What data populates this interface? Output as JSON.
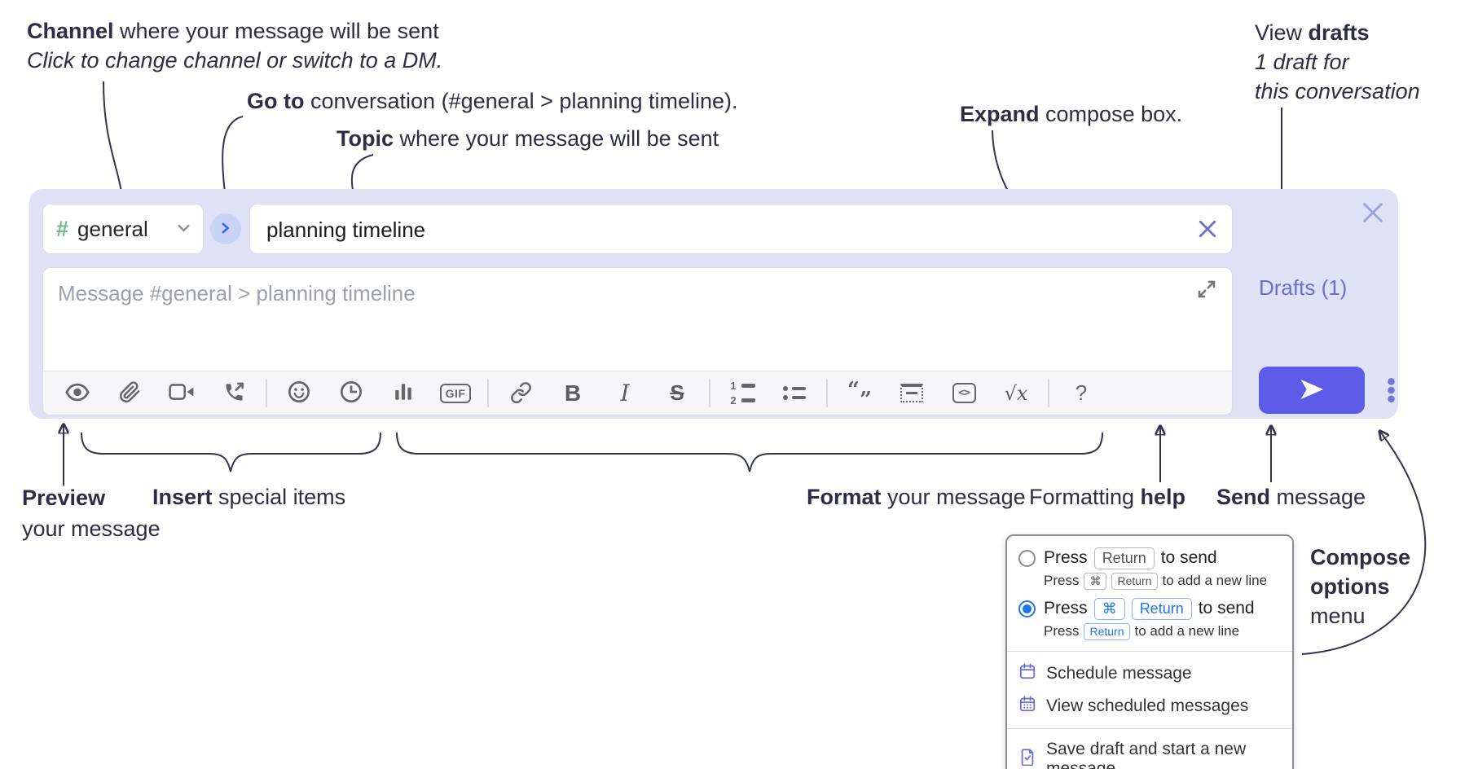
{
  "colors": {
    "container_bg": "#dfe2f4",
    "send_button": "#5c5ce8",
    "drafts_link": "#6b6fc7",
    "channel_hash_green": "#6dbd85",
    "kbd_blue": "#1f78e8",
    "toolbar_icon_gray": "#666666",
    "annotation_ink": "#2d2e44",
    "goto_chevron_blue": "#3f66e8"
  },
  "annotations": {
    "channel": {
      "bold": "Channel",
      "rest": " where your message will be sent",
      "line2": "Click to change channel or switch to a DM."
    },
    "goto": {
      "bold": "Go to",
      "rest": " conversation (#general > planning timeline)."
    },
    "topic": {
      "bold": "Topic",
      "rest": " where your message will be sent"
    },
    "expand": {
      "bold": "Expand",
      "rest": " compose box."
    },
    "drafts": {
      "line1_pre": "View ",
      "line1_bold": "drafts",
      "line2": "1 draft for",
      "line3": "this conversation"
    },
    "preview": {
      "bold": "Preview",
      "line2": "your message"
    },
    "insert": {
      "bold": "Insert",
      "rest": " special items"
    },
    "format": {
      "bold": "Format",
      "rest": " your message"
    },
    "help": {
      "pre": "Formatting ",
      "bold": "help"
    },
    "send": {
      "bold": "Send",
      "rest": " message"
    },
    "compose_options": {
      "line1": "Compose",
      "line2": "options",
      "line3": "menu"
    }
  },
  "compose": {
    "channel_selector": {
      "hash": "#",
      "label": "general"
    },
    "topic_input": {
      "value": "planning timeline"
    },
    "message_input": {
      "placeholder": "Message #general > planning timeline"
    },
    "drafts_link": "Drafts (1)",
    "toolbar": {
      "gif_label": "GIF",
      "bold_label": "B",
      "italic_label": "I",
      "strike_label": "S",
      "ol_1": "1",
      "ol_2": "2",
      "quote_open": "“",
      "quote_close": "”",
      "code_label": "<>",
      "math_label": "√x",
      "help_label": "?",
      "icons": [
        "eye",
        "paperclip",
        "video-camera",
        "phone",
        "smiley",
        "clock",
        "bar-chart",
        "gif",
        "link",
        "bold",
        "italic",
        "strikethrough",
        "numbered-list",
        "bulleted-list",
        "quote",
        "spoiler",
        "code",
        "math",
        "help"
      ]
    }
  },
  "popup": {
    "options": [
      {
        "selected": false,
        "main": {
          "pre": "Press",
          "kbd1": "Return",
          "post": "to send"
        },
        "sub": {
          "pre": "Press",
          "kbd1": "⌘",
          "kbd2": "Return",
          "post": "to add a new line"
        }
      },
      {
        "selected": true,
        "main": {
          "pre": "Press",
          "kbd1": "⌘",
          "kbd2": "Return",
          "post": "to send"
        },
        "sub": {
          "pre": "Press",
          "kbd1": "Return",
          "post": "to add a new line"
        }
      }
    ],
    "menu_items": [
      {
        "icon": "calendar",
        "label": "Schedule message"
      },
      {
        "icon": "calendar-grid",
        "label": "View scheduled messages"
      },
      {
        "icon": "draft-check",
        "label": "Save draft and start a new message"
      }
    ]
  }
}
